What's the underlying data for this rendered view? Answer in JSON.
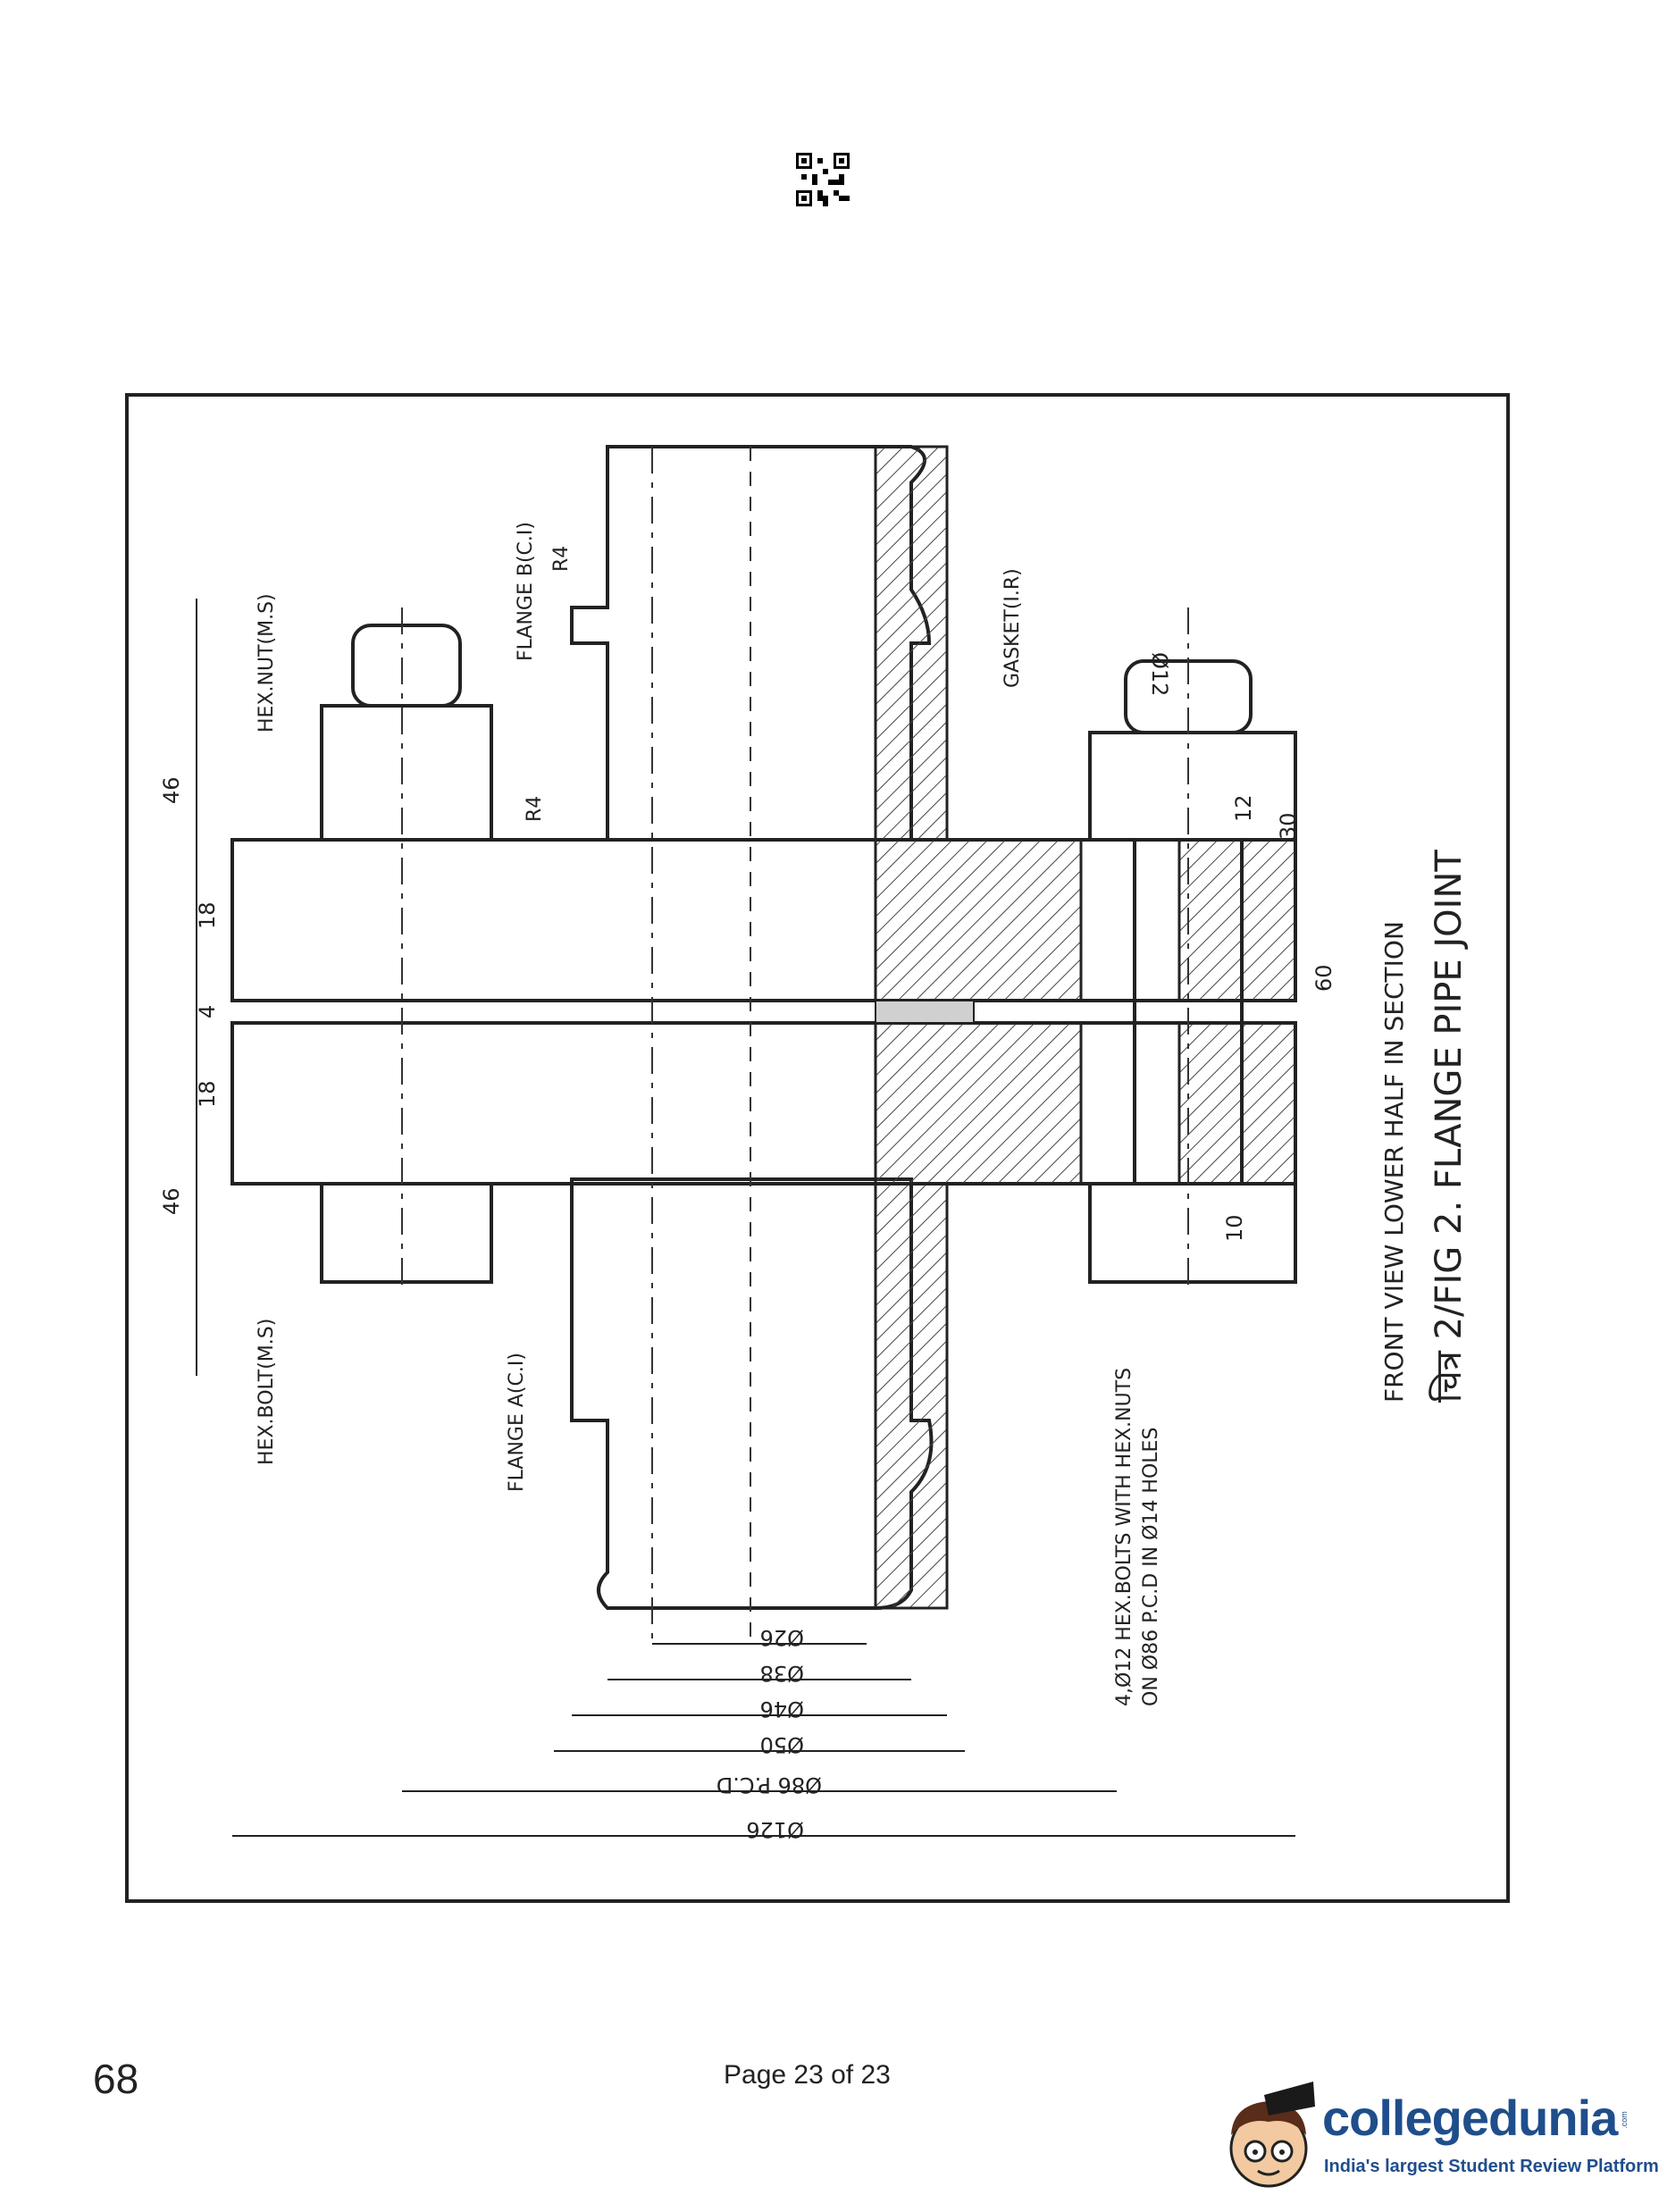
{
  "drawing": {
    "title": "चित्र 2/FIG 2. FLANGE PIPE JOINT",
    "subtitle": "FRONT VIEW LOWER HALF IN SECTION",
    "labels": {
      "hex_nut": "HEX.NUT(M.S)",
      "flange_b": "FLANGE B(C.I)",
      "r4_top": "R4",
      "r4_bottom": "R4",
      "gasket": "GASKET(I.R)",
      "hex_bolt": "HEX.BOLT(M.S)",
      "flange_a": "FLANGE A(C.I)",
      "bolt_note_1": "4,Ø12 HEX.BOLTS WITH HEX.NUTS",
      "bolt_note_2": "ON Ø86 P.C.D IN Ø14 HOLES"
    },
    "dimensions": {
      "d46_top": "46",
      "d18_top": "18",
      "d4": "4",
      "d18_bottom": "18",
      "d46_bottom": "46",
      "d12_bolt": "Ø12",
      "d12": "12",
      "d30": "30",
      "d60": "60",
      "d10": "10",
      "d26": "Ø26",
      "d38": "Ø38",
      "d46_dia": "Ø46",
      "d50": "Ø50",
      "d86": "Ø86 P.C.D",
      "d126": "Ø126"
    }
  },
  "footer": {
    "page_number": "68",
    "page_label": "Page 23 of 23"
  },
  "logo": {
    "brand": "collegedunia",
    "tagline": "India's largest Student Review Platform",
    "suffix": ".com"
  }
}
